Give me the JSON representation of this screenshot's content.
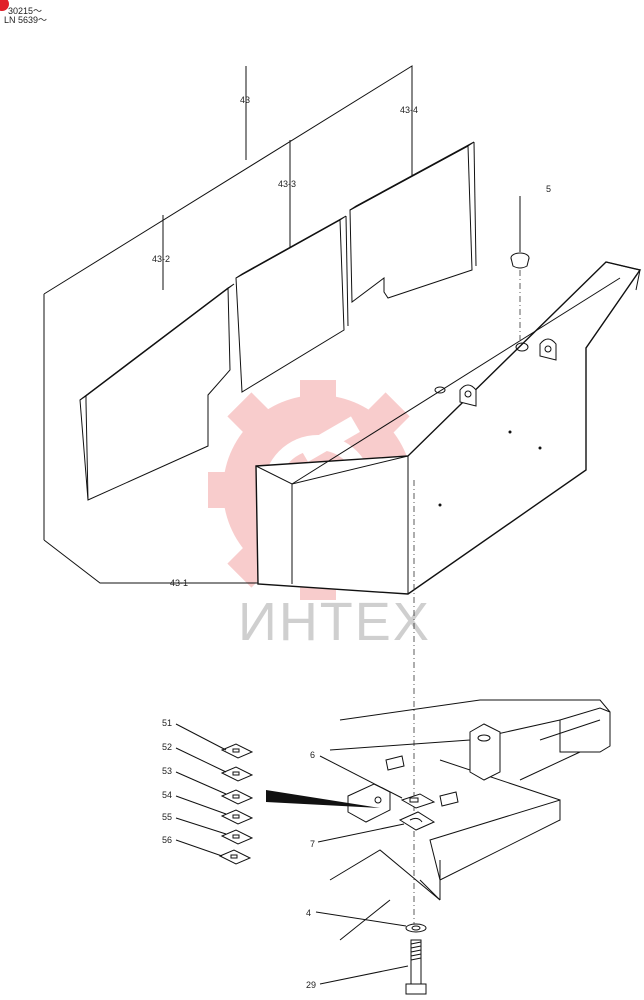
{
  "header": {
    "serial_line_1": "30215～",
    "serial_line_2": "LN 5639～",
    "badge_color": "#e0202a"
  },
  "labels": {
    "l43": "43",
    "l43_1": "43-1",
    "l43_2": "43-2",
    "l43_3": "43-3",
    "l43_4": "43-4",
    "l5": "5",
    "l6": "6",
    "l7": "7",
    "l4": "4",
    "l29": "29",
    "l51": "51",
    "l52": "52",
    "l53": "53",
    "l54": "54",
    "l55": "55",
    "l56": "56"
  },
  "watermark": {
    "text": "ИНТЕХ",
    "color": "#f4b8b8"
  }
}
